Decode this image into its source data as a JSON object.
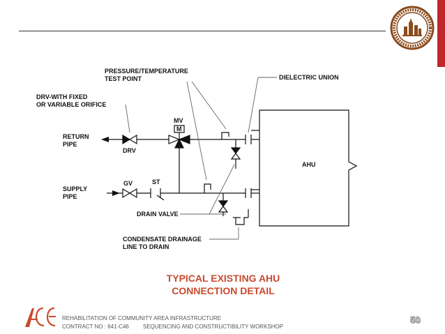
{
  "diagram": {
    "labels": {
      "pressure_temp": [
        "PRESSURE/TEMPERATURE",
        "TEST POINT"
      ],
      "dielectric_union": "DIELECTRIC UNION",
      "drv_with_orifice": [
        "DRV-WITH FIXED",
        "OR VARIABLE ORIFICE"
      ],
      "return_pipe": [
        "RETURN",
        "PIPE"
      ],
      "supply_pipe": [
        "SUPPLY",
        "PIPE"
      ],
      "drv": "DRV",
      "gv": "GV",
      "mv": "MV",
      "mv_box": "M",
      "st": "ST",
      "ahu": "AHU",
      "drain_valve": "DRAIN VALVE",
      "condensate": [
        "CONDENSATE DRAINAGE",
        "LINE TO DRAIN"
      ]
    }
  },
  "caption": {
    "line1": "TYPICAL EXISTING AHU",
    "line2": "CONNECTION DETAIL"
  },
  "footer": {
    "line1": "REHABILITATION OF COMMUNITY AREA INFRASTRUCTURE",
    "contract": "CONTRACT NO : 641-C46",
    "workshop": "SEQUENCING AND CONSTRUCTIBILITY WORKSHOP"
  },
  "page_number": "50",
  "colors": {
    "accent_red": "#c0262c",
    "caption_orange": "#c94a2e",
    "seal_brown": "#8a4b1c"
  }
}
